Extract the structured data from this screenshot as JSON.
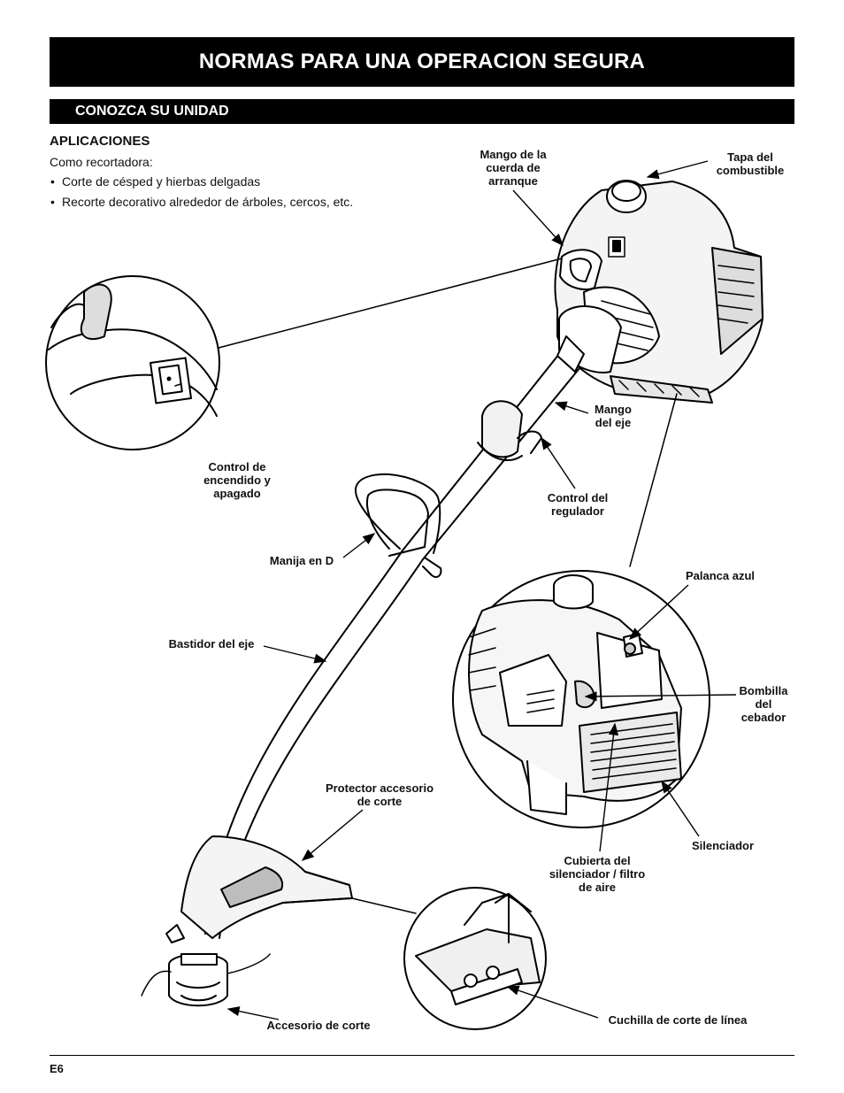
{
  "header": {
    "title": "NORMAS PARA UNA OPERACION SEGURA",
    "section": "CONOZCA SU UNIDAD"
  },
  "applications": {
    "heading": "APLICACIONES",
    "intro": "Como recortadora:",
    "bullets": [
      "Corte de césped y hierbas delgadas",
      "Recorte decorativo alrededor de árboles, cercos, etc."
    ]
  },
  "labels": {
    "starter_handle": [
      "Mango de la",
      "cuerda de",
      "arranque"
    ],
    "fuel_cap": [
      "Tapa del",
      "combustible"
    ],
    "on_off": [
      "Control de",
      "encendido y",
      "apagado"
    ],
    "shaft_handle": [
      "Mango",
      "del eje"
    ],
    "throttle": [
      "Control del",
      "regulador"
    ],
    "d_handle": "Manija en D",
    "shaft_housing": "Bastidor del eje",
    "blue_lever": "Palanca azul",
    "primer_bulb": [
      "Bombilla",
      "del",
      "cebador"
    ],
    "guard": [
      "Protector accesorio",
      "de corte"
    ],
    "muffler": "Silenciador",
    "muffler_cover": [
      "Cubierta del",
      "silenciador / filtro",
      "de aire"
    ],
    "line_blade": "Cuchilla de corte de línea",
    "cutting_attachment": "Accesorio de corte"
  },
  "footer": {
    "page": "E6"
  }
}
